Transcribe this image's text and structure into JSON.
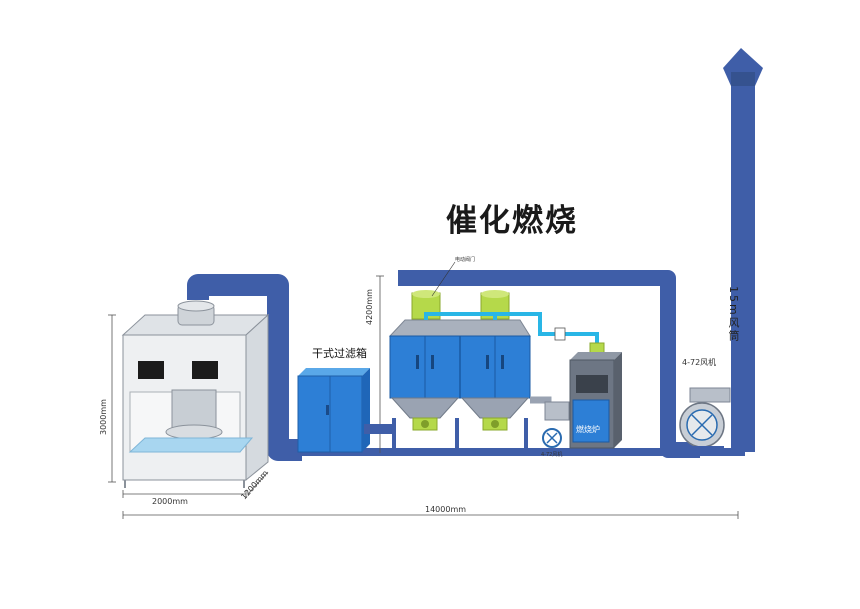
{
  "diagram": {
    "title": "催化燃烧",
    "labels": {
      "dry_filter_box": "干式过滤箱",
      "valve": "电动阀门",
      "burner": "燃烧炉",
      "fan": "4-72风机",
      "chimney": "15m风筒",
      "motor": "4-72风机"
    },
    "dimensions": {
      "booth_height": "3000mm",
      "booth_width": "2000mm",
      "booth_depth": "1200mm",
      "total_length": "14000mm",
      "bed_height": "4200mm"
    },
    "colors": {
      "duct": "#3f5ea8",
      "equipment": "#2d7fd6",
      "hopper": "#9aa3b2",
      "green": "#b5d94a",
      "cyan": "#29b6e6",
      "booth": "#e9ecef"
    }
  }
}
